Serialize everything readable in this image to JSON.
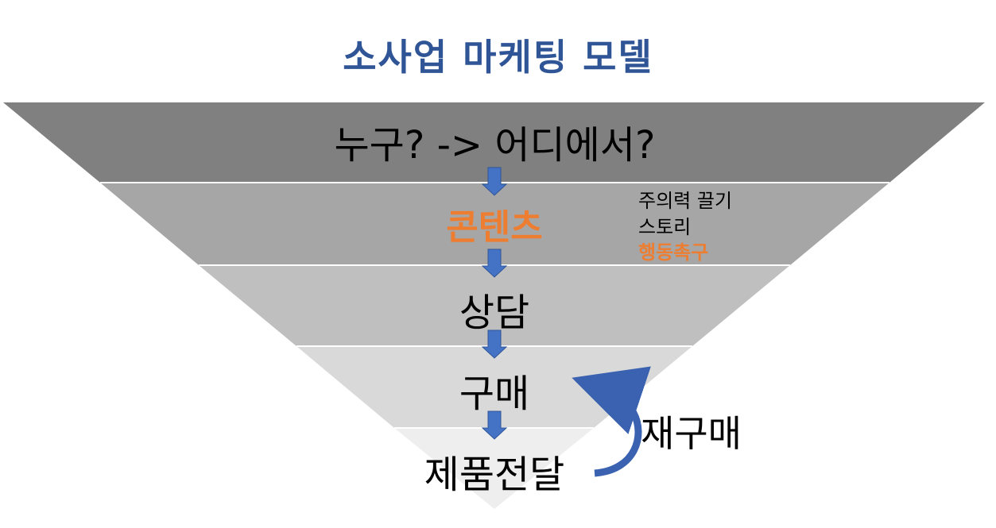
{
  "title": "소사업 마케팅 모델",
  "levels": [
    {
      "label": "누구? -> 어디에서?",
      "fill": "#808080"
    },
    {
      "label": "콘텐츠",
      "fill": "#a6a6a6",
      "color": "#ed7d31"
    },
    {
      "label": "상담",
      "fill": "#bfbfbf"
    },
    {
      "label": "구매",
      "fill": "#d9d9d9"
    },
    {
      "label": "제품전달",
      "fill": "#eeeeee"
    }
  ],
  "content_notes": [
    "주의력 끌기",
    "스토리",
    "행동촉구"
  ],
  "content_notes_highlight_color": "#ed7d31",
  "loop_label": "재구매",
  "colors": {
    "title": "#2f5597",
    "arrow": "#4472c4",
    "loop_arrow": "#3a62b0"
  }
}
